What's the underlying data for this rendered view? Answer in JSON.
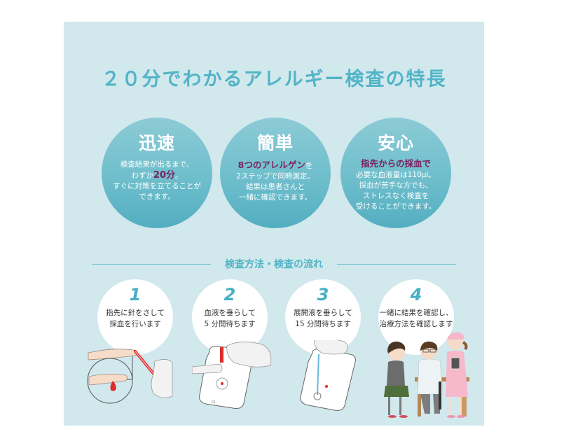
{
  "title": "２０分でわかるアレルギー検査の特長",
  "colors": {
    "panel_bg": "#d1e8ed",
    "accent": "#52b4c6",
    "highlight": "#7a1f5e",
    "circle_top": "#8ccbd6",
    "circle_bottom": "#52aec0",
    "blood": "#e02a2a"
  },
  "features": [
    {
      "heading": "迅速",
      "lines": [
        "検査結果が出るまで、"
      ],
      "line2_prefix": "わずか",
      "line2_highlight": "20分",
      "line2_suffix": "。",
      "lines_after": [
        "すぐに対策を立てることが",
        "できます。"
      ]
    },
    {
      "heading": "簡単",
      "highlight": "8つのアレルゲン",
      "highlight_suffix": "を",
      "lines_after": [
        "2ステップで同時測定。",
        "結果は患者さんと",
        "一緒に確認できます。"
      ]
    },
    {
      "heading": "安心",
      "highlight": "指先からの採血で",
      "lines_after": [
        "必要な血液量は110μl。",
        "採血が苦手な方でも、",
        "ストレスなく検査を",
        "受けることができます。"
      ]
    }
  ],
  "section": {
    "label": "検査方法・検査の流れ"
  },
  "steps": [
    {
      "number": "1",
      "line1": "指先に針をさして",
      "line2": "採血を行います",
      "illustration": "finger-prick-illustration"
    },
    {
      "number": "2",
      "line1": "血液を垂らして",
      "line2": "5 分間待ちます",
      "illustration": "blood-drop-cassette-illustration"
    },
    {
      "number": "3",
      "line1": "展開液を垂らして",
      "line2": "15 分間待ちます",
      "illustration": "solution-drop-cassette-illustration"
    },
    {
      "number": "4",
      "line1": "一緒に結果を確認し、",
      "line2": "治療方法を確認します",
      "illustration": "doctor-consultation-illustration"
    }
  ]
}
